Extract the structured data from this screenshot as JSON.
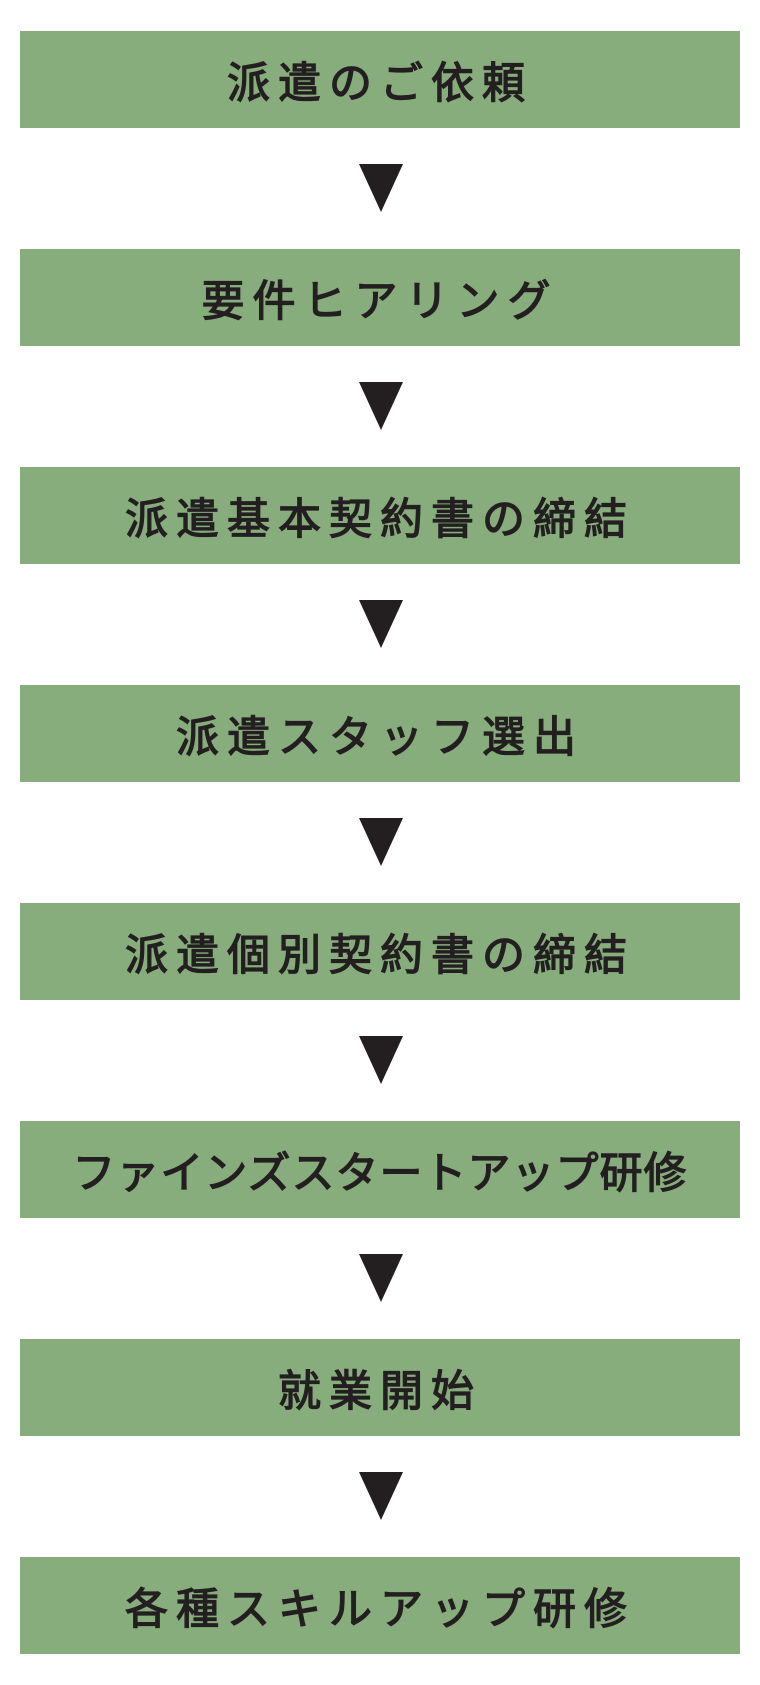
{
  "steps": [
    "派遣のご依頼",
    "要件ヒアリング",
    "派遣基本契約書の締結",
    "派遣スタッフ選出",
    "派遣個別契約書の締結",
    "ファインズスタートアップ研修",
    "就業開始",
    "各種スキルアップ研修"
  ],
  "arrow_icon": "down-triangle-icon",
  "colors": {
    "box_fill": "#87ad7c",
    "text": "#231f20",
    "arrow": "#231f20",
    "background": "#ffffff"
  }
}
